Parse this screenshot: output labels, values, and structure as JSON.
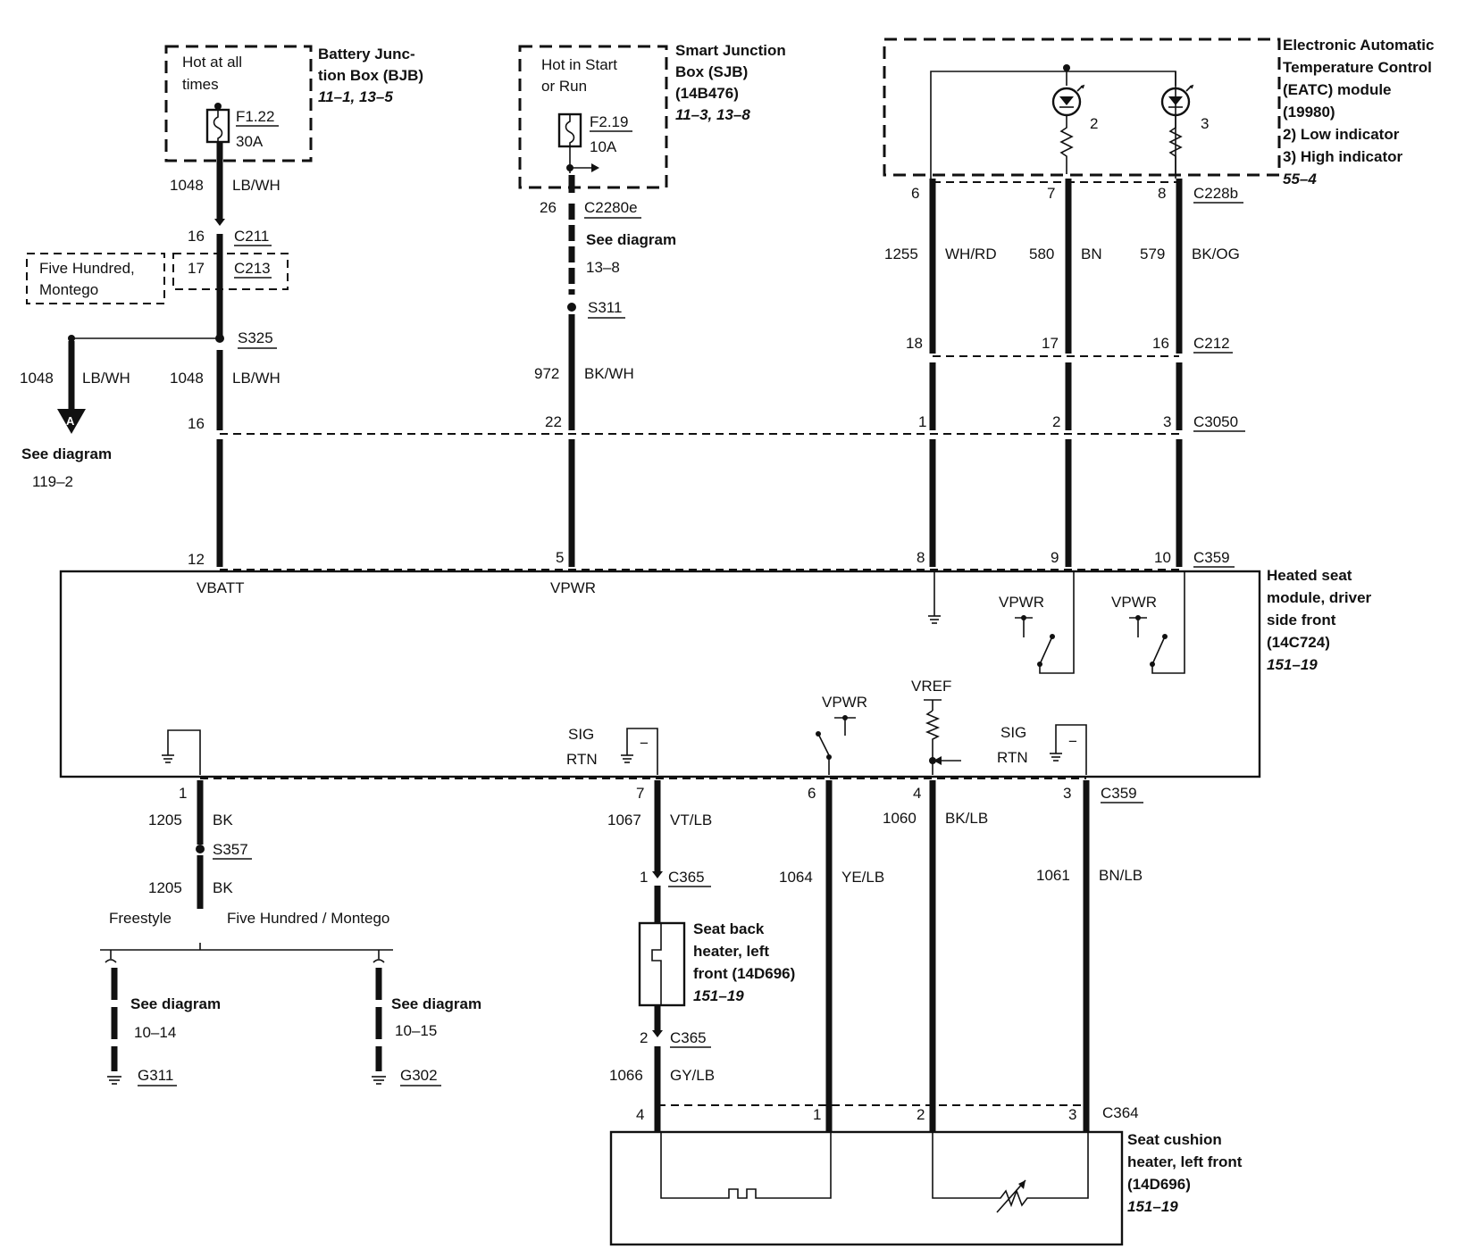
{
  "bjb": {
    "hot_line1": "Hot at all",
    "hot_line2": "times",
    "title1": "Battery Junc-",
    "title2": "tion Box (BJB)",
    "ref": "11–1, 13–5",
    "fuse": "F1.22",
    "amps": "30A"
  },
  "sjb": {
    "hot_line1": "Hot in Start",
    "hot_line2": "or Run",
    "title1": "Smart Junction",
    "title2": "Box (SJB)",
    "title3": "(14B476)",
    "ref": "11–3, 13–8",
    "fuse": "F2.19",
    "amps": "10A"
  },
  "eatc": {
    "title1": "Electronic Automatic",
    "title2": "Temperature Control",
    "title3": "(EATC) module",
    "title4": "(19980)",
    "item2": "2)    Low indicator",
    "item3": "3)    High indicator",
    "ref": "55–4",
    "led_low": "2",
    "led_high": "3"
  },
  "hsm": {
    "title1": "Heated seat",
    "title2": "module, driver",
    "title3": "side front",
    "title4": "(14C724)",
    "ref": "151–19",
    "vbatt": "VBATT",
    "vpwr": "VPWR",
    "vpwr2": "VPWR",
    "vpwr3": "VPWR",
    "vpwr4": "VPWR",
    "vref": "VREF",
    "sig1": "SIG",
    "rtn1": "RTN",
    "sig2": "SIG",
    "rtn2": "RTN",
    "minus": "−"
  },
  "seatback": {
    "title1": "Seat back",
    "title2": "heater, left",
    "title3": "front (14D696)",
    "ref": "151–19"
  },
  "cushion": {
    "title1": "Seat cushion",
    "title2": "heater, left front",
    "title3": "(14D696)",
    "ref": "151–19"
  },
  "connectors": {
    "c211": "C211",
    "c213": "C213",
    "s325": "S325",
    "c2280e": "C2280e",
    "s311": "S311",
    "c228b": "C228b",
    "c212": "C212",
    "c3050": "C3050",
    "c359_top": "C359",
    "c359_bot": "C359",
    "s357": "S357",
    "c365_a": "C365",
    "c365_b": "C365",
    "c364": "C364",
    "g311": "G311",
    "g302": "G302"
  },
  "wires": {
    "w1048a": "1048",
    "c1048a": "LB/WH",
    "w1048b": "1048",
    "c1048b": "LB/WH",
    "w1048c": "1048",
    "c1048c": "LB/WH",
    "w972": "972",
    "c972": "BK/WH",
    "w1255": "1255",
    "c1255": "WH/RD",
    "w580": "580",
    "c580": "BN",
    "w579": "579",
    "c579": "BK/OG",
    "w1205a": "1205",
    "c1205a": "BK",
    "w1205b": "1205",
    "c1205b": "BK",
    "w1067": "1067",
    "c1067": "VT/LB",
    "w1064": "1064",
    "c1064": "YE/LB",
    "w1060": "1060",
    "c1060": "BK/LB",
    "w1061": "1061",
    "c1061": "BN/LB",
    "w1066": "1066",
    "c1066": "GY/LB"
  },
  "pins": {
    "p16a": "16",
    "p17": "17",
    "p16b": "16",
    "p12": "12",
    "p26": "26",
    "p22": "22",
    "p5": "5",
    "p6": "6",
    "p7": "7",
    "p8": "8",
    "p18": "18",
    "p17b": "17",
    "p16c": "16",
    "p1": "1",
    "p2": "2",
    "p3": "3",
    "p8b": "8",
    "p9": "9",
    "p10": "10",
    "b1": "1",
    "b7": "7",
    "b6": "6",
    "b4": "4",
    "b3": "3",
    "c365p1": "1",
    "c365p2": "2",
    "c364p4": "4",
    "c364p1": "1",
    "c364p2": "2",
    "c364p3": "3"
  },
  "notes": {
    "five_hundred1": "Five Hundred,",
    "five_hundred2": "Montego",
    "see_sjb1": "See diagram",
    "see_sjb2": "13–8",
    "arrow_a": "A",
    "see_a1": "See diagram",
    "see_a2": "119–2",
    "freestyle": "Freestyle",
    "fh_montego": "Five Hundred / Montego",
    "see_g311_1": "See diagram",
    "see_g311_2": "10–14",
    "see_g302_1": "See diagram",
    "see_g302_2": "10–15"
  }
}
